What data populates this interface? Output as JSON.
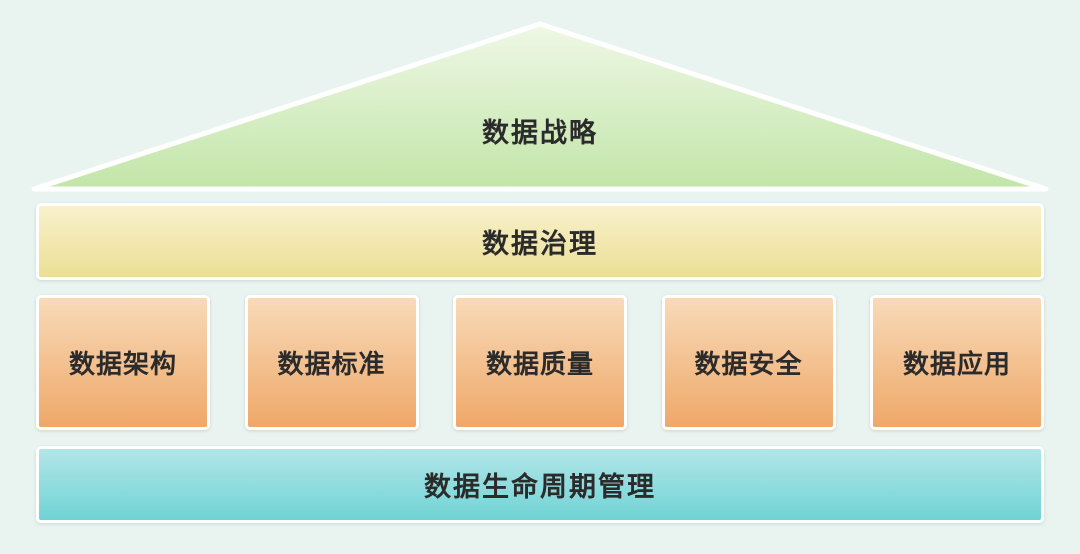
{
  "diagram": {
    "strategy": "数据战略",
    "governance": "数据治理",
    "pillars": [
      "数据架构",
      "数据标准",
      "数据质量",
      "数据安全",
      "数据应用"
    ],
    "foundation": "数据生命周期管理"
  },
  "colors": {
    "background": "#e9f4f1",
    "text": "#2b2b2b",
    "border": "#ffffff",
    "triangle_gradient_top": "#eff8e6",
    "triangle_gradient_bottom": "#c2e5a8",
    "governance_gradient_top": "#f9f1cd",
    "governance_gradient_bottom": "#ebdf93",
    "pillar_gradient_top": "#f8dab9",
    "pillar_gradient_bottom": "#efa868",
    "foundation_gradient_top": "#b2e6e8",
    "foundation_gradient_bottom": "#70d3d5"
  }
}
